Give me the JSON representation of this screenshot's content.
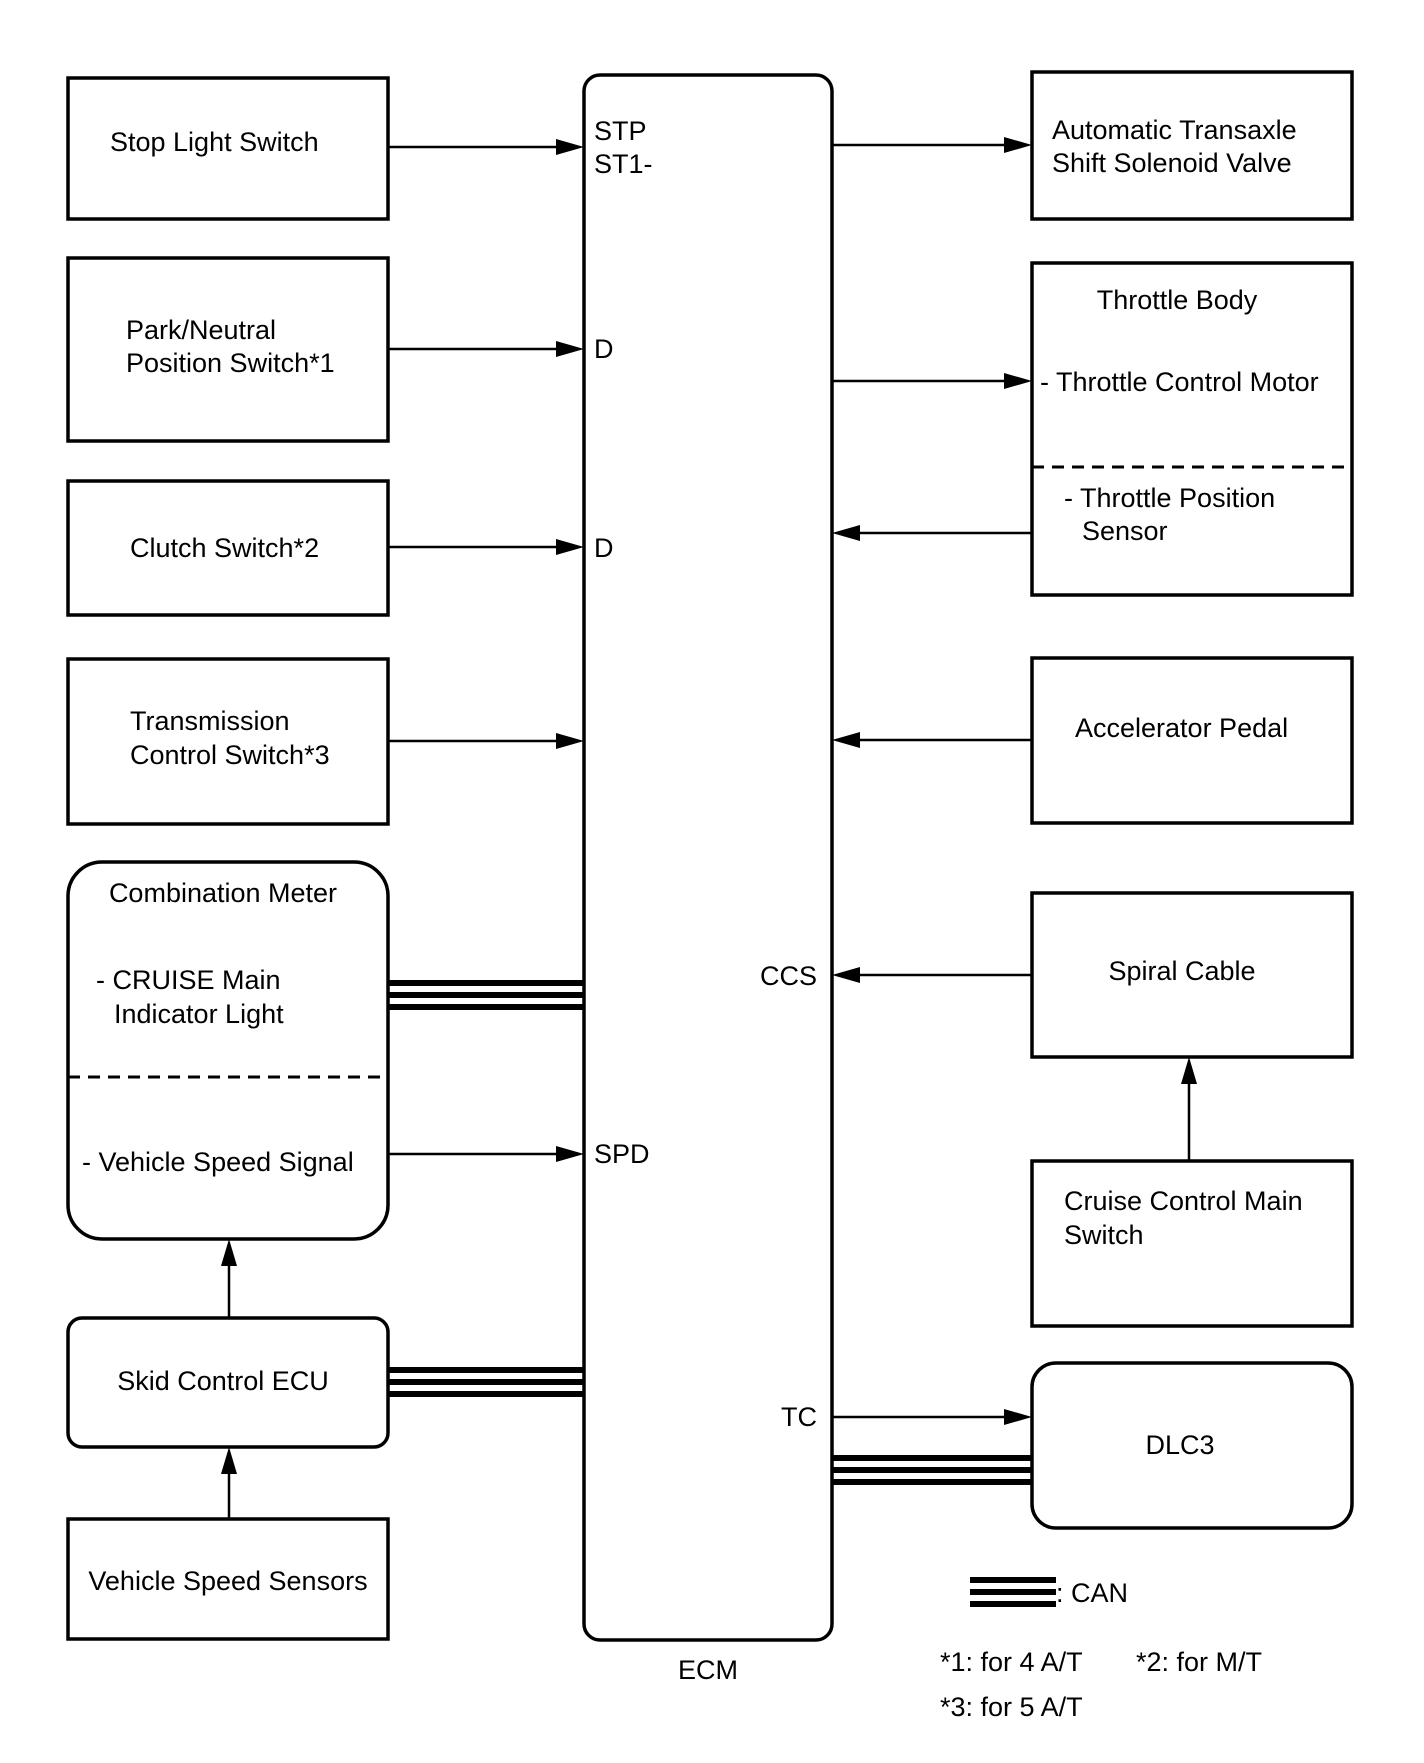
{
  "ecm": {
    "label": "ECM",
    "terminals": {
      "stp": "STP",
      "st1": "ST1-",
      "d1": "D",
      "d2": "D",
      "ccs": "CCS",
      "spd": "SPD",
      "tc": "TC"
    }
  },
  "left": {
    "stop_light_switch": "Stop Light Switch",
    "park_neutral": [
      "Park/Neutral",
      "Position Switch*1"
    ],
    "clutch_switch": "Clutch Switch*2",
    "transmission_control": [
      "Transmission",
      "Control Switch*3"
    ],
    "combination_meter": {
      "title": "Combination Meter",
      "cruise_indicator": [
        "- CRUISE Main",
        "Indicator Light"
      ],
      "vehicle_speed_signal": "- Vehicle Speed Signal"
    },
    "skid_control_ecu": "Skid Control ECU",
    "vehicle_speed_sensors": "Vehicle Speed Sensors"
  },
  "right": {
    "shift_solenoid": [
      "Automatic Transaxle",
      "Shift Solenoid Valve"
    ],
    "throttle_body": {
      "title": "Throttle Body",
      "control_motor": "- Throttle Control Motor",
      "position_sensor": [
        "- Throttle Position",
        "Sensor"
      ]
    },
    "accelerator_pedal": "Accelerator Pedal",
    "spiral_cable": "Spiral Cable",
    "cruise_main_switch": [
      "Cruise Control Main",
      "Switch"
    ],
    "dlc3": "DLC3"
  },
  "legend": {
    "can": ": CAN",
    "note1": "*1: for 4 A/T",
    "note2": "*2: for M/T",
    "note3": "*3: for 5 A/T"
  }
}
